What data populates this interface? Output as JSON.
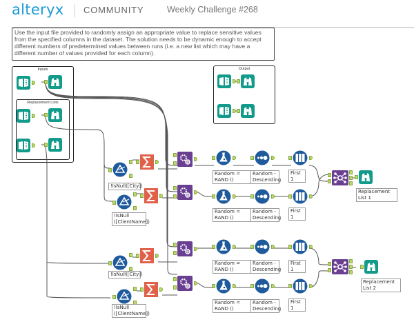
{
  "header": {
    "logo": "alteryx",
    "section": "COMMUNITY",
    "title": "Weekly Challenge #268"
  },
  "comment": "Use the input file provided to randomly assign an appropriate value to replace sensitive values from the specified columns in the dataset. The solution needs to be dynamic enough to accept different numbers of predetermined values between runs (i.e. a new list which may have a different number of values provided for each column).",
  "containers": {
    "inputs": "Inputs",
    "replacement_lists": "Replacement Lists",
    "output": "Output"
  },
  "labels": {
    "filter_city_1": "!IsNull([City])",
    "filter_client_1": "!IsNull ([ClientName])",
    "filter_city_2": "!IsNull([City])",
    "filter_client_2": "!IsNull ([ClientName])",
    "formula_1": "Random = RAND ()",
    "formula_2": "Random = RAND ()",
    "formula_3": "Random = RAND ()",
    "formula_4": "Random = RAND ()",
    "sort_1": "Random - Descending",
    "sort_2": "Random - Descending",
    "sort_3": "Random - Descending",
    "sort_4": "Random - Descending",
    "sample_1": "First 1",
    "sample_2": "First 1",
    "sample_3": "First 1",
    "sample_4": "First 1",
    "browse_1": "Replacement List 1",
    "browse_2": "Replacement List 2"
  },
  "colors": {
    "io": "#129b8a",
    "prep": "#1f5a9c",
    "transform": "#e0604a",
    "developer": "#6a3f92",
    "join": "#6a3f92",
    "anchor": "#b8d96a",
    "logo": "#1a9ad6"
  }
}
